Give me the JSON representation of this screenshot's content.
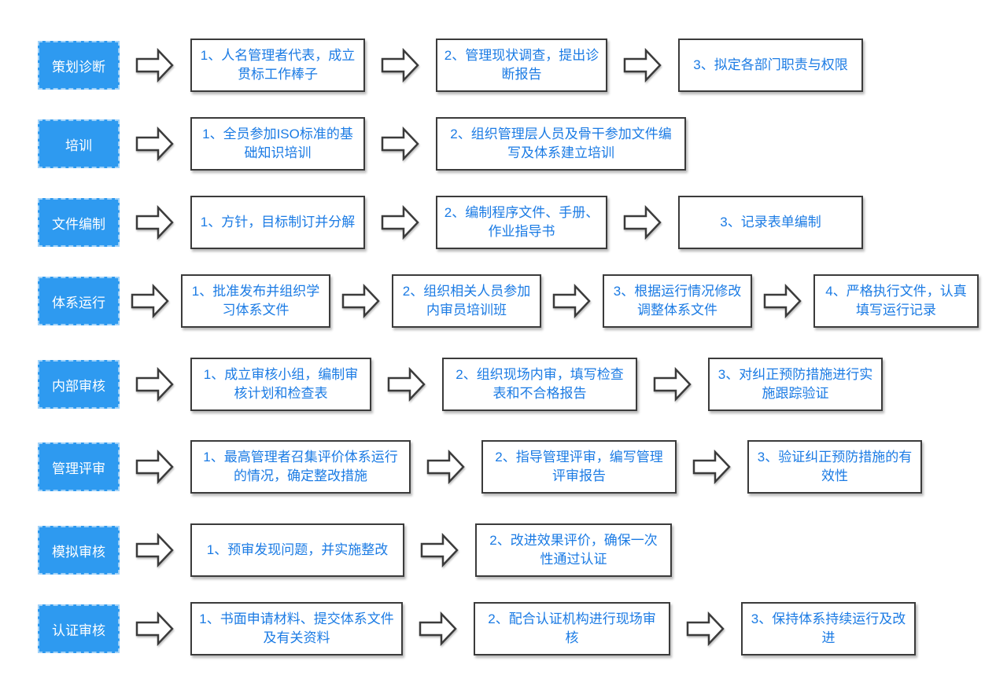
{
  "flowchart": {
    "colors": {
      "label_fill": "#2E9AF0",
      "label_border": "#9FD1F8",
      "label_text": "#FFFFFF",
      "step_text": "#1B7BE4",
      "step_border": "#3B3B3B",
      "arrow_stroke": "#3B3B3B"
    },
    "rows": [
      {
        "label": "策划诊断",
        "steps": [
          "1、人名管理者代表，成立贯标工作棒子",
          "2、管理现状调查，提出诊断报告",
          "3、拟定各部门职责与权限"
        ]
      },
      {
        "label": "培训",
        "steps": [
          "1、全员参加ISO标准的基础知识培训",
          "2、组织管理层人员及骨干参加文件编写及体系建立培训"
        ]
      },
      {
        "label": "文件编制",
        "steps": [
          "1、方针，目标制订并分解",
          "2、编制程序文件、手册、作业指导书",
          "3、记录表单编制"
        ]
      },
      {
        "label": "体系运行",
        "steps": [
          "1、批准发布并组织学习体系文件",
          "2、组织相关人员参加内审员培训班",
          "3、根据运行情况修改调整体系文件",
          "4、严格执行文件，认真填写运行记录"
        ]
      },
      {
        "label": "内部审核",
        "steps": [
          "1、成立审核小组，编制审核计划和检查表",
          "2、组织现场内审，填写检查表和不合格报告",
          "3、对纠正预防措施进行实施跟踪验证"
        ]
      },
      {
        "label": "管理评审",
        "steps": [
          "1、最高管理者召集评价体系运行的情况，确定整改措施",
          "2、指导管理评审，编写管理评审报告",
          "3、验证纠正预防措施的有效性"
        ]
      },
      {
        "label": "模拟审核",
        "steps": [
          "1、预审发现问题，并实施整改",
          "2、改进效果评价，确保一次性通过认证"
        ]
      },
      {
        "label": "认证审核",
        "steps": [
          "1、书面申请材料、提交体系文件及有关资料",
          "2、配合认证机构进行现场审核",
          "3、保持体系持续运行及改进"
        ]
      }
    ]
  }
}
